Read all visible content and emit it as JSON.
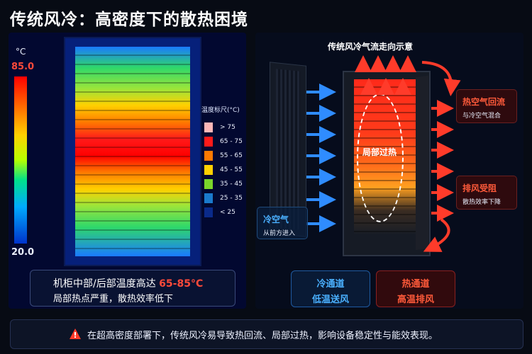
{
  "title": "传统风冷：高密度下的散热困境",
  "thermal": {
    "unit": "°C",
    "max": "85.0",
    "min": "20.0",
    "legend_title": "温度标尺(°C)",
    "legend": [
      {
        "label": "> 75",
        "color": "#ffb7b7"
      },
      {
        "label": "65 - 75",
        "color": "#ff1a1a"
      },
      {
        "label": "55 - 65",
        "color": "#ff7a00"
      },
      {
        "label": "45 - 55",
        "color": "#ffd000"
      },
      {
        "label": "35 - 45",
        "color": "#7ad62a"
      },
      {
        "label": "25 - 35",
        "color": "#1a7acc"
      },
      {
        "label": "< 25",
        "color": "#0a2a8a"
      }
    ],
    "callout_line1_prefix": "机柜中部/后部温度高达",
    "callout_line1_value": "65-85°C",
    "callout_line2": "局部热点严重，散热效率低下"
  },
  "diagram": {
    "title": "传统风冷气流走向示意",
    "hotspot": "局部过热",
    "hot_return_title": "热空气回流",
    "hot_return_sub": "与冷空气混合",
    "exhaust_title": "排风受阻",
    "exhaust_sub": "散热效率下降",
    "cold_air_title": "冷空气",
    "cold_air_sub": "从前方进入",
    "cold_aisle_l1": "冷通道",
    "cold_aisle_l2": "低温送风",
    "hot_aisle_l1": "热通道",
    "hot_aisle_l2": "高温排风"
  },
  "footer": "在超高密度部署下，传统风冷易导致热回流、局部过热，影响设备稳定性与能效表现。",
  "colors": {
    "hot": "#ff3b2a",
    "cold": "#2f8cff",
    "accent_red": "#ff4a3a"
  }
}
